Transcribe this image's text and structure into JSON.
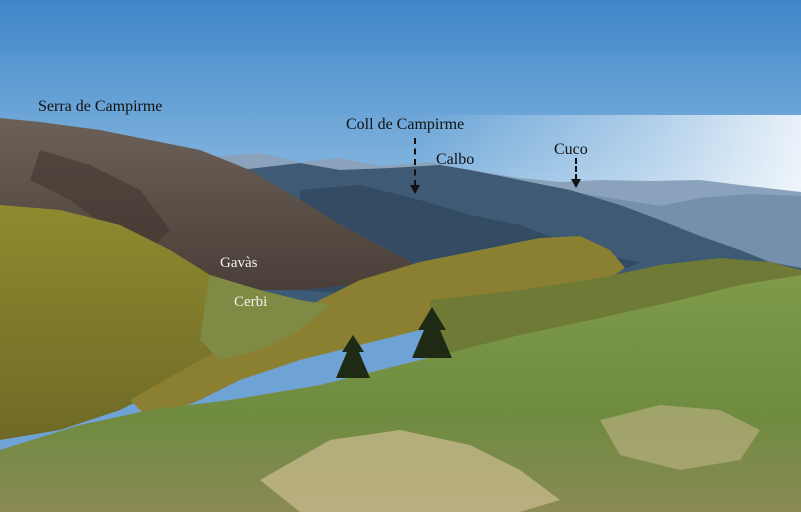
{
  "labels": {
    "serra": "Serra de Campirme",
    "coll": "Coll de Campirme",
    "calbo": "Calbo",
    "cuco": "Cuco",
    "gavas": "Gavàs",
    "cerbi": "Cerbi"
  },
  "colors": {
    "sky_top": "#3f86c9",
    "sky_horizon": "#dce8f2",
    "far_mountains": "#6d89a6",
    "mid_mountains": "#3d5872",
    "ridge_brown": "#5f4c3f",
    "autumn_slopes": "#8a8a2a",
    "foreground_grass": "#7e9a4a",
    "dry_grass": "#c8b98e",
    "label_dark": "#111111",
    "label_light": "#f4f4ec"
  }
}
